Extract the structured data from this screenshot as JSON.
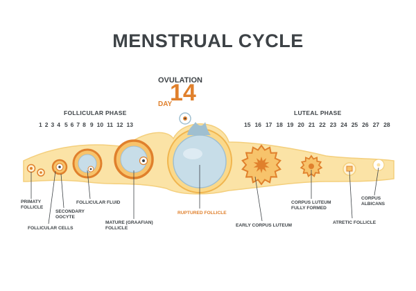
{
  "title": "MENSTRUAL CYCLE",
  "ovulation": {
    "word": "OVULATION",
    "day_word": "DAY",
    "day_number": "14"
  },
  "phases": {
    "follicular": "FOLLICULAR  PHASE",
    "luteal": "LUTEAL PHASE"
  },
  "follicular_days": [
    "1",
    "2",
    "3",
    "4",
    "5",
    "6",
    "7",
    "8",
    "9",
    "10",
    "11",
    "12",
    "13"
  ],
  "luteal_days": [
    "15",
    "16",
    "17",
    "18",
    "19",
    "20",
    "21",
    "22",
    "23",
    "24",
    "25",
    "26",
    "27",
    "28"
  ],
  "labels": {
    "primary_follicle": "PRIMATY\nFOLLICLE",
    "secondary_oocyte": "SECONDARY\nOOCYTE",
    "follicular_cells": "FOLLICULAR CELLS",
    "follicular_fluid": "FOLLICULAR FLUID",
    "mature_follicle": "MATURE (GRAAFIAN)\nFOLLICLE",
    "ruptured_follicle": "RUPTURED FOLLICLE",
    "early_corpus_luteum": "EARLY CORPUS LUTEUM",
    "corpus_luteum_formed": "CORPUS LUTEUM\nFULLY FORMED",
    "atretic_follicle": "ATRETIC FOLLICLE",
    "corpus_albicans": "CORPUS\nALBICANS"
  },
  "colors": {
    "band": "#fbe3a6",
    "band_dark": "#f4cf7c",
    "follicle_orange": "#e0802c",
    "fluid_blue": "#c7dde8",
    "text": "#3d4246",
    "accent": "#e0802c"
  }
}
